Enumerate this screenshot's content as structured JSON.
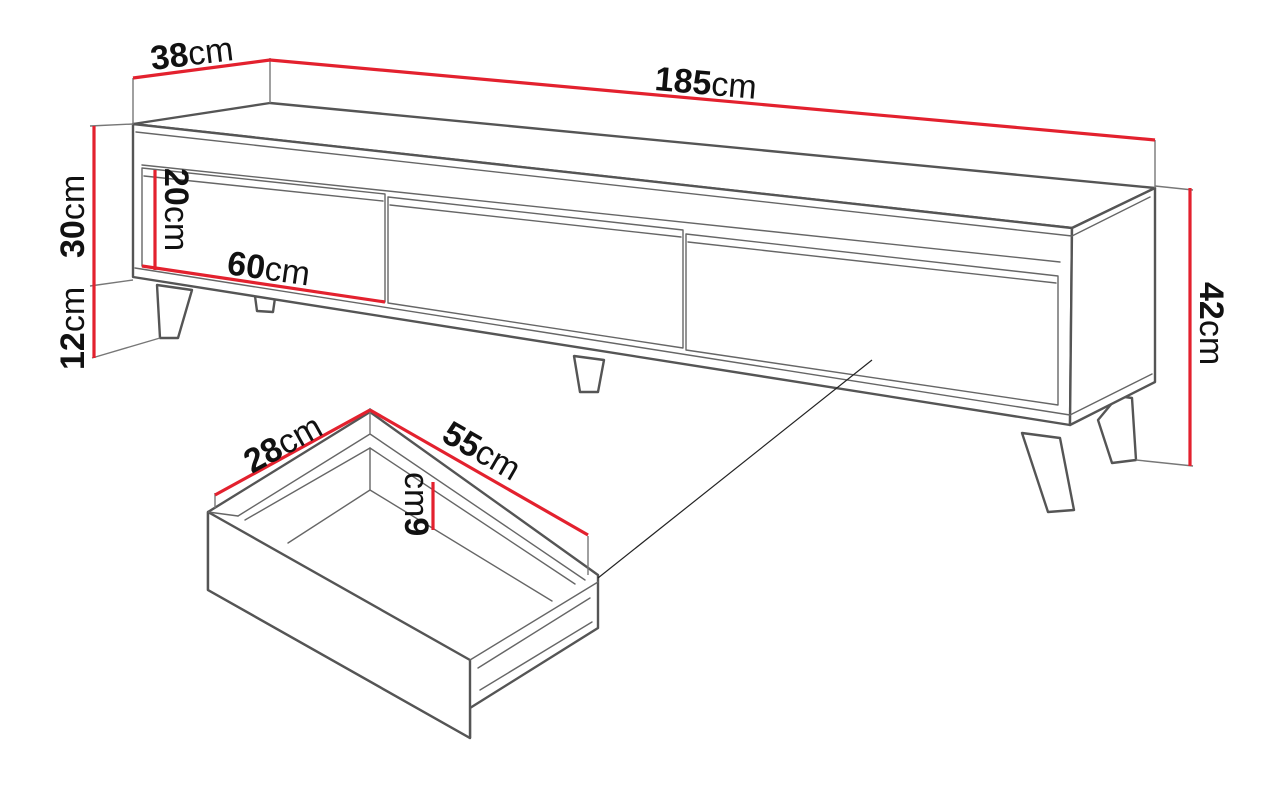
{
  "colors": {
    "dimension_line": "#e3212e",
    "outline": "#555555",
    "background": "#ffffff"
  },
  "dimensions": {
    "cabinet_depth": {
      "value": "38",
      "unit": "cm"
    },
    "cabinet_width": {
      "value": "185",
      "unit": "cm"
    },
    "body_height": {
      "value": "30",
      "unit": "cm"
    },
    "leg_height": {
      "value": "12",
      "unit": "cm"
    },
    "total_height": {
      "value": "42",
      "unit": "cm"
    },
    "drawer_front_height": {
      "value": "20",
      "unit": "cm"
    },
    "drawer_front_width": {
      "value": "60",
      "unit": "cm"
    },
    "drawer_inner_width": {
      "value": "28",
      "unit": "cm"
    },
    "drawer_inner_depth": {
      "value": "55",
      "unit": "cm"
    },
    "drawer_inner_height": {
      "value": "9",
      "unit": "cm"
    }
  }
}
